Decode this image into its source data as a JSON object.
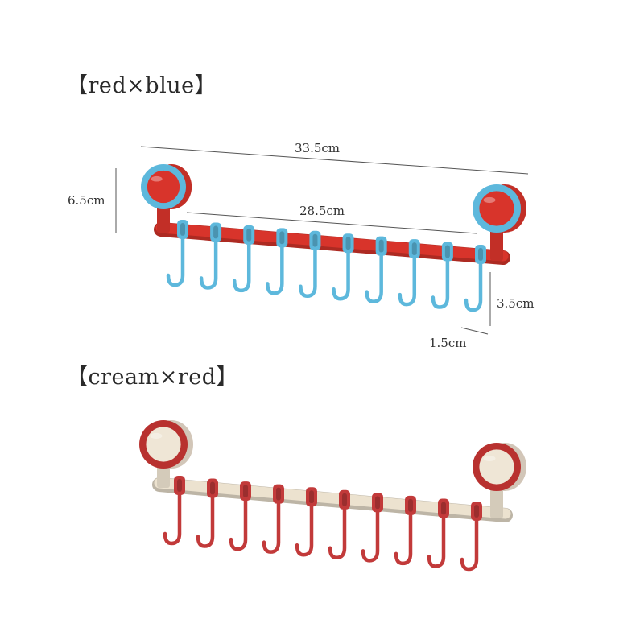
{
  "variants": [
    {
      "label": "【red×blue】",
      "bar_color": "#d8342b",
      "hook_color": "#5db8dc",
      "cup_rim_color": "#5db8dc",
      "cup_face_color": "#d8342b",
      "hook_count": 10
    },
    {
      "label": "【cream×red】",
      "bar_color": "#ece2cf",
      "hook_color": "#c23a3a",
      "cup_rim_color": "#b8312f",
      "cup_face_color": "#efe6d6",
      "hook_count": 10
    }
  ],
  "dimensions": {
    "total_length": "33.5cm",
    "bar_length": "28.5cm",
    "height": "6.5cm",
    "hook_length": "3.5cm",
    "hook_width": "1.5cm"
  }
}
